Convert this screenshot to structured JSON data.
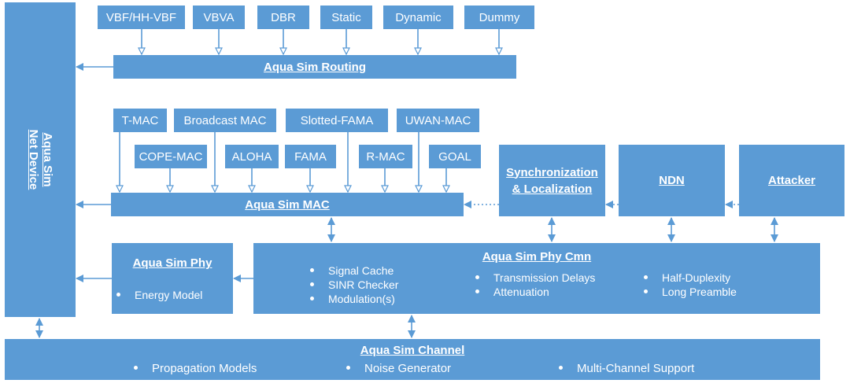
{
  "net_device": {
    "line1": "Aqua Sim",
    "line2": "Net Device"
  },
  "routing": {
    "title": "Aqua Sim Routing",
    "protocols": [
      "VBF/HH-VBF",
      "VBVA",
      "DBR",
      "Static",
      "Dynamic",
      "Dummy"
    ]
  },
  "mac": {
    "title": "Aqua Sim MAC",
    "top_row": [
      "T-MAC",
      "Broadcast MAC",
      "Slotted-FAMA",
      "UWAN-MAC"
    ],
    "bottom_row": [
      "COPE-MAC",
      "ALOHA",
      "FAMA",
      "R-MAC",
      "GOAL"
    ]
  },
  "sync": {
    "line1": "Synchronization",
    "line2": "& Localization"
  },
  "ndn": {
    "title": "NDN"
  },
  "attacker": {
    "title": "Attacker"
  },
  "phy": {
    "title": "Aqua Sim Phy",
    "items": [
      "Energy Model"
    ]
  },
  "phy_cmn": {
    "title": "Aqua Sim Phy Cmn",
    "col1": [
      "Signal Cache",
      "SINR Checker",
      "Modulation(s)"
    ],
    "col2": [
      "Transmission Delays",
      "Attenuation"
    ],
    "col3": [
      "Half-Duplexity",
      "Long Preamble"
    ]
  },
  "channel": {
    "title": "Aqua Sim Channel",
    "items": [
      "Propagation Models",
      "Noise Generator",
      "Multi-Channel Support"
    ]
  },
  "colors": {
    "box": "#5b9bd5",
    "arrow": "#5b9bd5",
    "text": "#ffffff"
  }
}
